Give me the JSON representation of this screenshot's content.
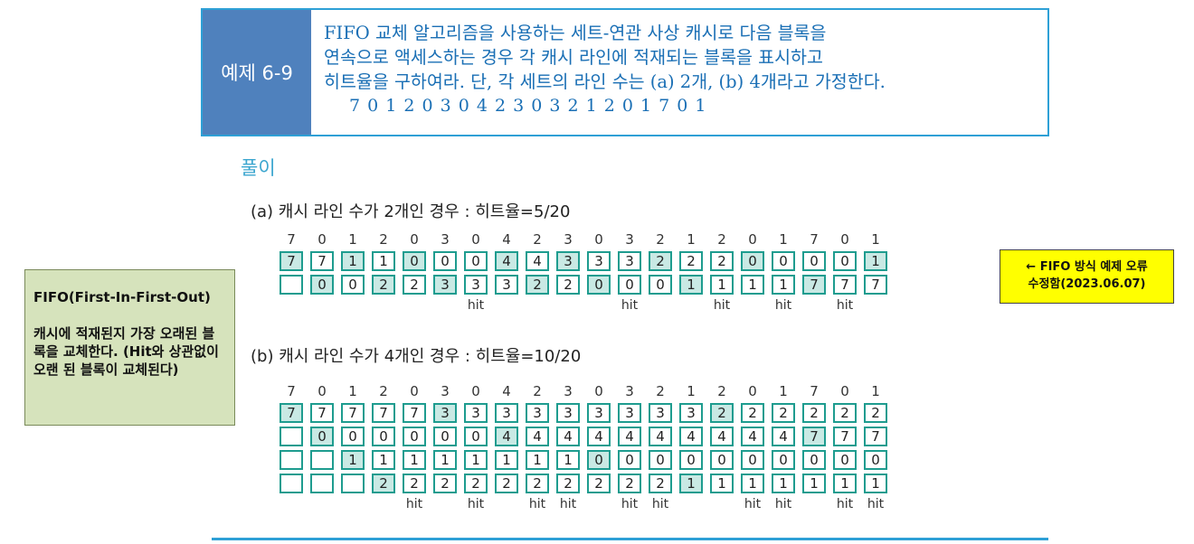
{
  "example": {
    "label": "예제 6-9",
    "lines": [
      "FIFO 교체 알고리즘을 사용하는 세트-연관 사상 캐시로 다음 블록을",
      "연속으로 액세스하는 경우 각 캐시 라인에 적재되는 블록을 표시하고",
      "히트율을 구하여라. 단, 각 세트의 라인 수는 (a) 2개, (b) 4개라고 가정한다."
    ],
    "sequence": "7 0 1 2 0 3 0 4 2 3 0 3 2 1 2 0 1 7 0 1"
  },
  "solution_title": "풀이",
  "case_a": {
    "title": "(a) 캐시 라인 수가 2개인 경우 : 히트율=5/20",
    "refs": [
      "7",
      "0",
      "1",
      "2",
      "0",
      "3",
      "0",
      "4",
      "2",
      "3",
      "0",
      "3",
      "2",
      "1",
      "2",
      "0",
      "1",
      "7",
      "0",
      "1"
    ],
    "lines": [
      [
        "7",
        "7",
        "1",
        "1",
        "0",
        "0",
        "0",
        "4",
        "4",
        "3",
        "3",
        "3",
        "2",
        "2",
        "2",
        "0",
        "0",
        "0",
        "0",
        "1"
      ],
      [
        "",
        "0",
        "0",
        "2",
        "2",
        "3",
        "3",
        "3",
        "2",
        "2",
        "0",
        "0",
        "0",
        "1",
        "1",
        "1",
        "1",
        "7",
        "7",
        "7"
      ]
    ],
    "highlight": [
      [
        true,
        false,
        true,
        false,
        true,
        false,
        false,
        true,
        false,
        true,
        false,
        false,
        true,
        false,
        false,
        true,
        false,
        false,
        false,
        true
      ],
      [
        false,
        true,
        false,
        true,
        false,
        true,
        false,
        false,
        true,
        false,
        true,
        false,
        false,
        true,
        false,
        false,
        false,
        true,
        false,
        false
      ]
    ],
    "hits": [
      "",
      "",
      "",
      "",
      "",
      "",
      "hit",
      "",
      "",
      "",
      "",
      "hit",
      "",
      "",
      "hit",
      "",
      "hit",
      "",
      "hit",
      ""
    ]
  },
  "case_b": {
    "title": "(b) 캐시 라인 수가 4개인 경우 : 히트율=10/20",
    "refs": [
      "7",
      "0",
      "1",
      "2",
      "0",
      "3",
      "0",
      "4",
      "2",
      "3",
      "0",
      "3",
      "2",
      "1",
      "2",
      "0",
      "1",
      "7",
      "0",
      "1"
    ],
    "lines": [
      [
        "7",
        "7",
        "7",
        "7",
        "7",
        "3",
        "3",
        "3",
        "3",
        "3",
        "3",
        "3",
        "3",
        "3",
        "2",
        "2",
        "2",
        "2",
        "2",
        "2"
      ],
      [
        "",
        "0",
        "0",
        "0",
        "0",
        "0",
        "0",
        "4",
        "4",
        "4",
        "4",
        "4",
        "4",
        "4",
        "4",
        "4",
        "4",
        "7",
        "7",
        "7"
      ],
      [
        "",
        "",
        "1",
        "1",
        "1",
        "1",
        "1",
        "1",
        "1",
        "1",
        "0",
        "0",
        "0",
        "0",
        "0",
        "0",
        "0",
        "0",
        "0",
        "0"
      ],
      [
        "",
        "",
        "",
        "2",
        "2",
        "2",
        "2",
        "2",
        "2",
        "2",
        "2",
        "2",
        "2",
        "1",
        "1",
        "1",
        "1",
        "1",
        "1",
        "1"
      ]
    ],
    "highlight": [
      [
        true,
        false,
        false,
        false,
        false,
        true,
        false,
        false,
        false,
        false,
        false,
        false,
        false,
        false,
        true,
        false,
        false,
        false,
        false,
        false
      ],
      [
        false,
        true,
        false,
        false,
        false,
        false,
        false,
        true,
        false,
        false,
        false,
        false,
        false,
        false,
        false,
        false,
        false,
        true,
        false,
        false
      ],
      [
        false,
        false,
        true,
        false,
        false,
        false,
        false,
        false,
        false,
        false,
        true,
        false,
        false,
        false,
        false,
        false,
        false,
        false,
        false,
        false
      ],
      [
        false,
        false,
        false,
        true,
        false,
        false,
        false,
        false,
        false,
        false,
        false,
        false,
        false,
        true,
        false,
        false,
        false,
        false,
        false,
        false
      ]
    ],
    "hits": [
      "",
      "",
      "",
      "",
      "hit",
      "",
      "hit",
      "",
      "hit",
      "hit",
      "",
      "hit",
      "hit",
      "",
      "",
      "hit",
      "hit",
      "",
      "hit",
      "hit"
    ]
  },
  "fifo_note": {
    "title": "FIFO(First-In-First-Out)",
    "body": "캐시에 적재된지 가장 오래된 블록을 교체한다. (Hit와 상관없이 오랜 된 블록이 교체된다)"
  },
  "fix_note": {
    "line1": "← FIFO 방식 예제 오류",
    "line2": "수정함(2023.06.07)"
  }
}
